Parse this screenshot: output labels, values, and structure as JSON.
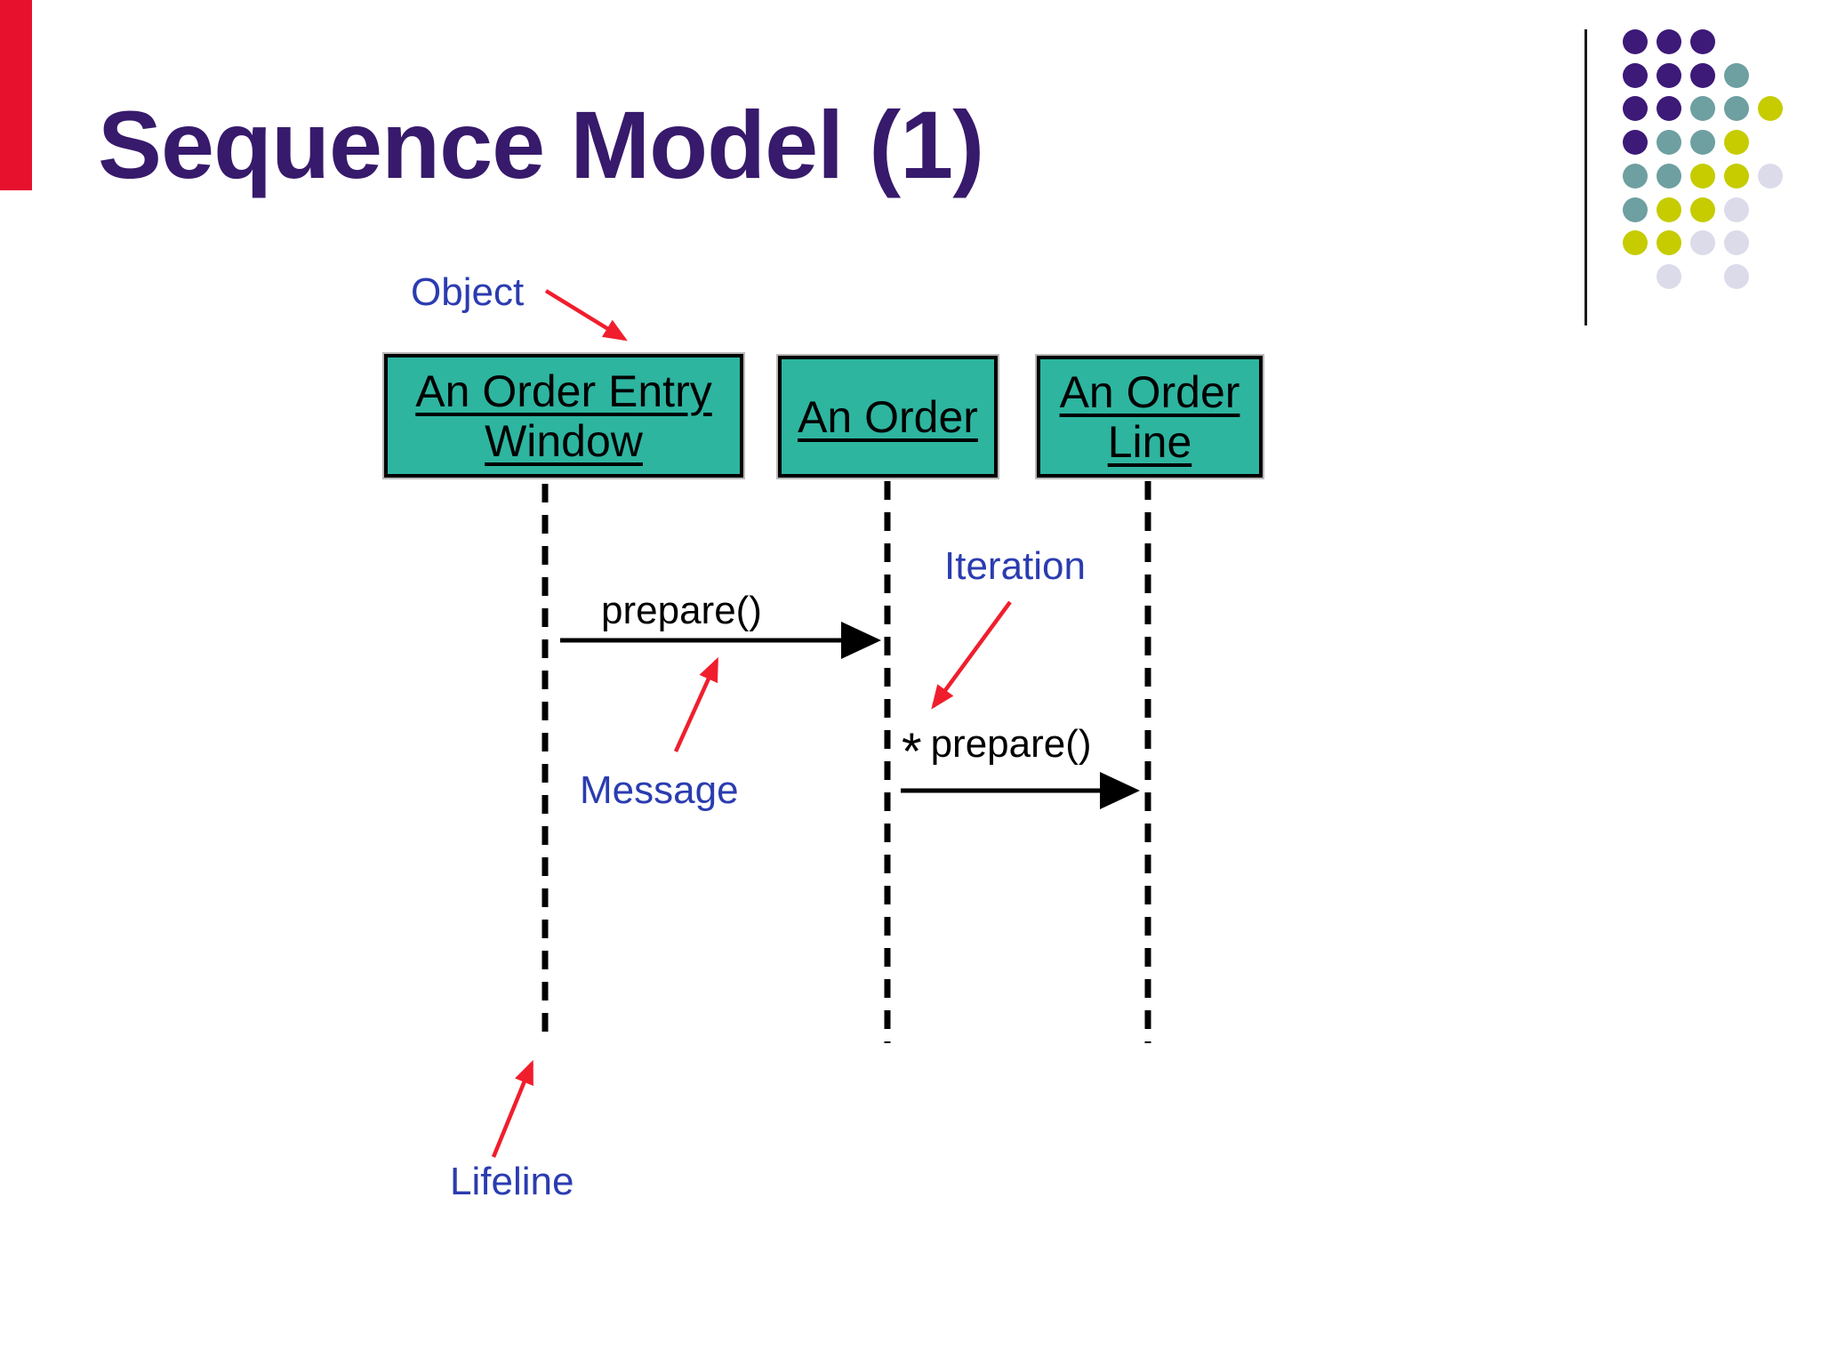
{
  "slide": {
    "title": "Sequence Model (1)"
  },
  "colors": {
    "background": "#ffffff",
    "title": "#371a6b",
    "accent_bar": "#e8112d",
    "box_fill": "#2db5a0",
    "box_border": "#000000",
    "box_text": "#000000",
    "annotation_blue": "#2b3cb0",
    "arrow_red": "#f01e2d",
    "diagram_black": "#000000",
    "dot_purple": "#3d1978",
    "dot_teal": "#6e9fa1",
    "dot_yellow": "#c6cc00",
    "dot_lavender": "#dbdbea"
  },
  "diagram": {
    "boxes": [
      {
        "line1": "An Order Entry",
        "line2": "Window"
      },
      {
        "line1": "An Order"
      },
      {
        "line1": "An Order",
        "line2": "Line"
      }
    ],
    "messages": [
      {
        "label": "prepare()",
        "from": "An Order Entry Window",
        "to": "An Order"
      },
      {
        "marker": "*",
        "label": "prepare()",
        "from": "An Order",
        "to": "An Order Line"
      }
    ],
    "annotations": {
      "object": "Object",
      "iteration": "Iteration",
      "message": "Message",
      "lifeline": "Lifeline"
    }
  },
  "decor": {
    "dots": {
      "grid": [
        "PPP--",
        "PPPT-",
        "PPTTY",
        "PTTY-",
        "TTYYL",
        "TYYL-",
        "YYLL-",
        "-L-L-"
      ],
      "palette": {
        "P": "#3d1978",
        "T": "#6e9fa1",
        "Y": "#c6cc00",
        "L": "#dbdbea"
      }
    }
  }
}
